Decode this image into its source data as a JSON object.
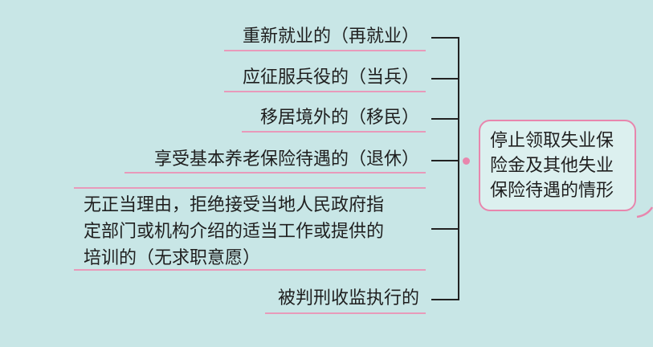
{
  "items": [
    "重新就业的（再就业）",
    "应征服兵役的（当兵）",
    "移居境外的（移民）",
    "享受基本养老保险待遇的（退休）",
    "无正当理由，拒绝接受当地人民政府指定部门或机构介绍的适当工作或提供的培训的（无求职意愿）",
    "被判刑收监执行的"
  ],
  "multi_lines": [
    "无正当理由，拒绝接受当地人民政府指",
    "定部门或机构介绍的适当工作或提供的",
    "培训的（无求职意愿）"
  ],
  "result": {
    "text": "停止领取失业保险金及其他失业保险待遇的情形",
    "lines": [
      "停止领取失业保",
      "险金及其他失业",
      "保险待遇的情形"
    ]
  },
  "colors": {
    "background": "#c8e6e6",
    "accent_pink": "#e886ad",
    "underline_pink": "#e89aba",
    "connector": "#222222",
    "box_fill": "#dcf0ef"
  }
}
